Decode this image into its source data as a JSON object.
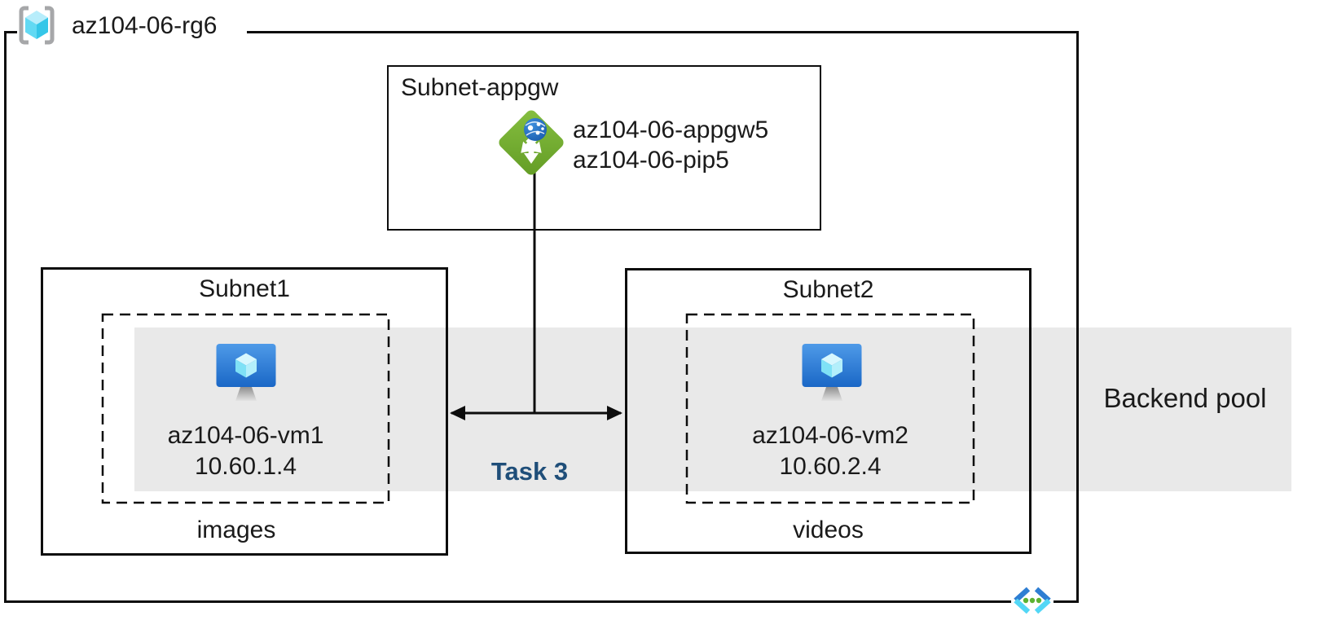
{
  "resource_group": {
    "label": "az104-06-rg6"
  },
  "appgw_subnet": {
    "label": "Subnet-appgw",
    "appgw_name": "az104-06-appgw5",
    "pip_name": "az104-06-pip5"
  },
  "subnet1": {
    "label": "Subnet1",
    "vm_name": "az104-06-vm1",
    "vm_ip": "10.60.1.4",
    "caption": "images"
  },
  "subnet2": {
    "label": "Subnet2",
    "vm_name": "az104-06-vm2",
    "vm_ip": "10.60.2.4",
    "caption": "videos"
  },
  "backend_pool": {
    "label": "Backend pool"
  },
  "task": {
    "label": "Task 3"
  },
  "icons": {
    "resource_group": "resource-group-icon",
    "application_gateway": "application-gateway-icon",
    "virtual_machine": "virtual-machine-icon",
    "virtual_network": "virtual-network-icon"
  },
  "colors": {
    "backend_band": "#e9e9e9",
    "task_text": "#1f4e79",
    "appgw_green": "#76ad31",
    "vm_screen_blue": "#2f7fd6",
    "cube_cyan": "#50e6ff",
    "vnet_dark_blue": "#2e7ed3",
    "vnet_light_blue": "#53d7f6",
    "vnet_dot_green": "#5cb232",
    "bracket_gray": "#a6a7a9",
    "line_black": "#0d0d0d"
  }
}
